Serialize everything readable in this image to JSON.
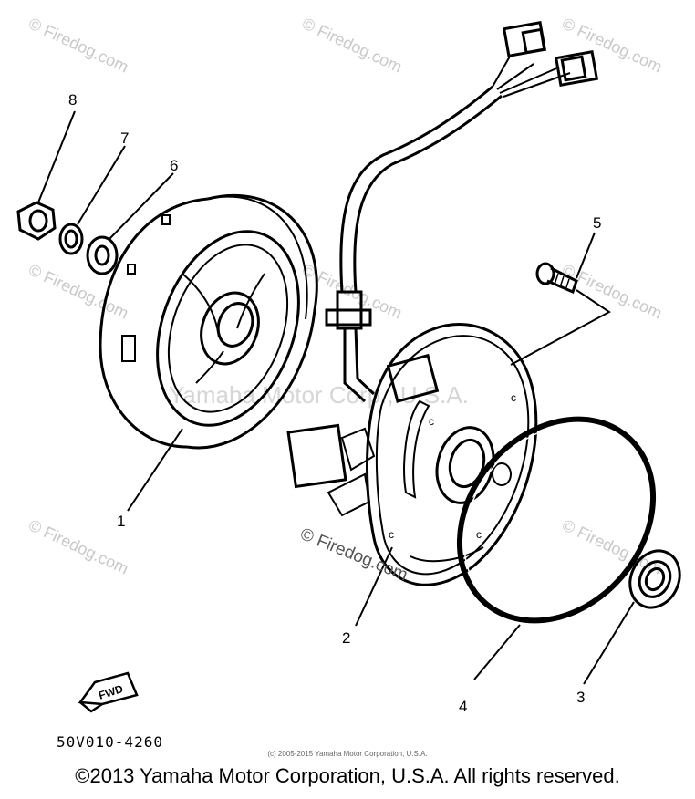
{
  "diagram": {
    "callouts": [
      {
        "id": "1"
      },
      {
        "id": "2"
      },
      {
        "id": "3"
      },
      {
        "id": "4"
      },
      {
        "id": "5"
      },
      {
        "id": "6"
      },
      {
        "id": "7"
      },
      {
        "id": "8"
      }
    ],
    "fwd_label": "FWD",
    "part_code": "50V010-4260",
    "watermark_site": "© Firedog.com",
    "watermark_owner": "Yamaha Motor Corp., U.S.A.",
    "small_copyright": "(c) 2005-2015 Yamaha Motor Corporation, U.S.A.",
    "footer_copyright": "©2013 Yamaha Motor Corporation, U.S.A. All rights reserved.",
    "colors": {
      "line": "#000000",
      "watermark": "#c9c9c9",
      "background": "#ffffff"
    }
  }
}
